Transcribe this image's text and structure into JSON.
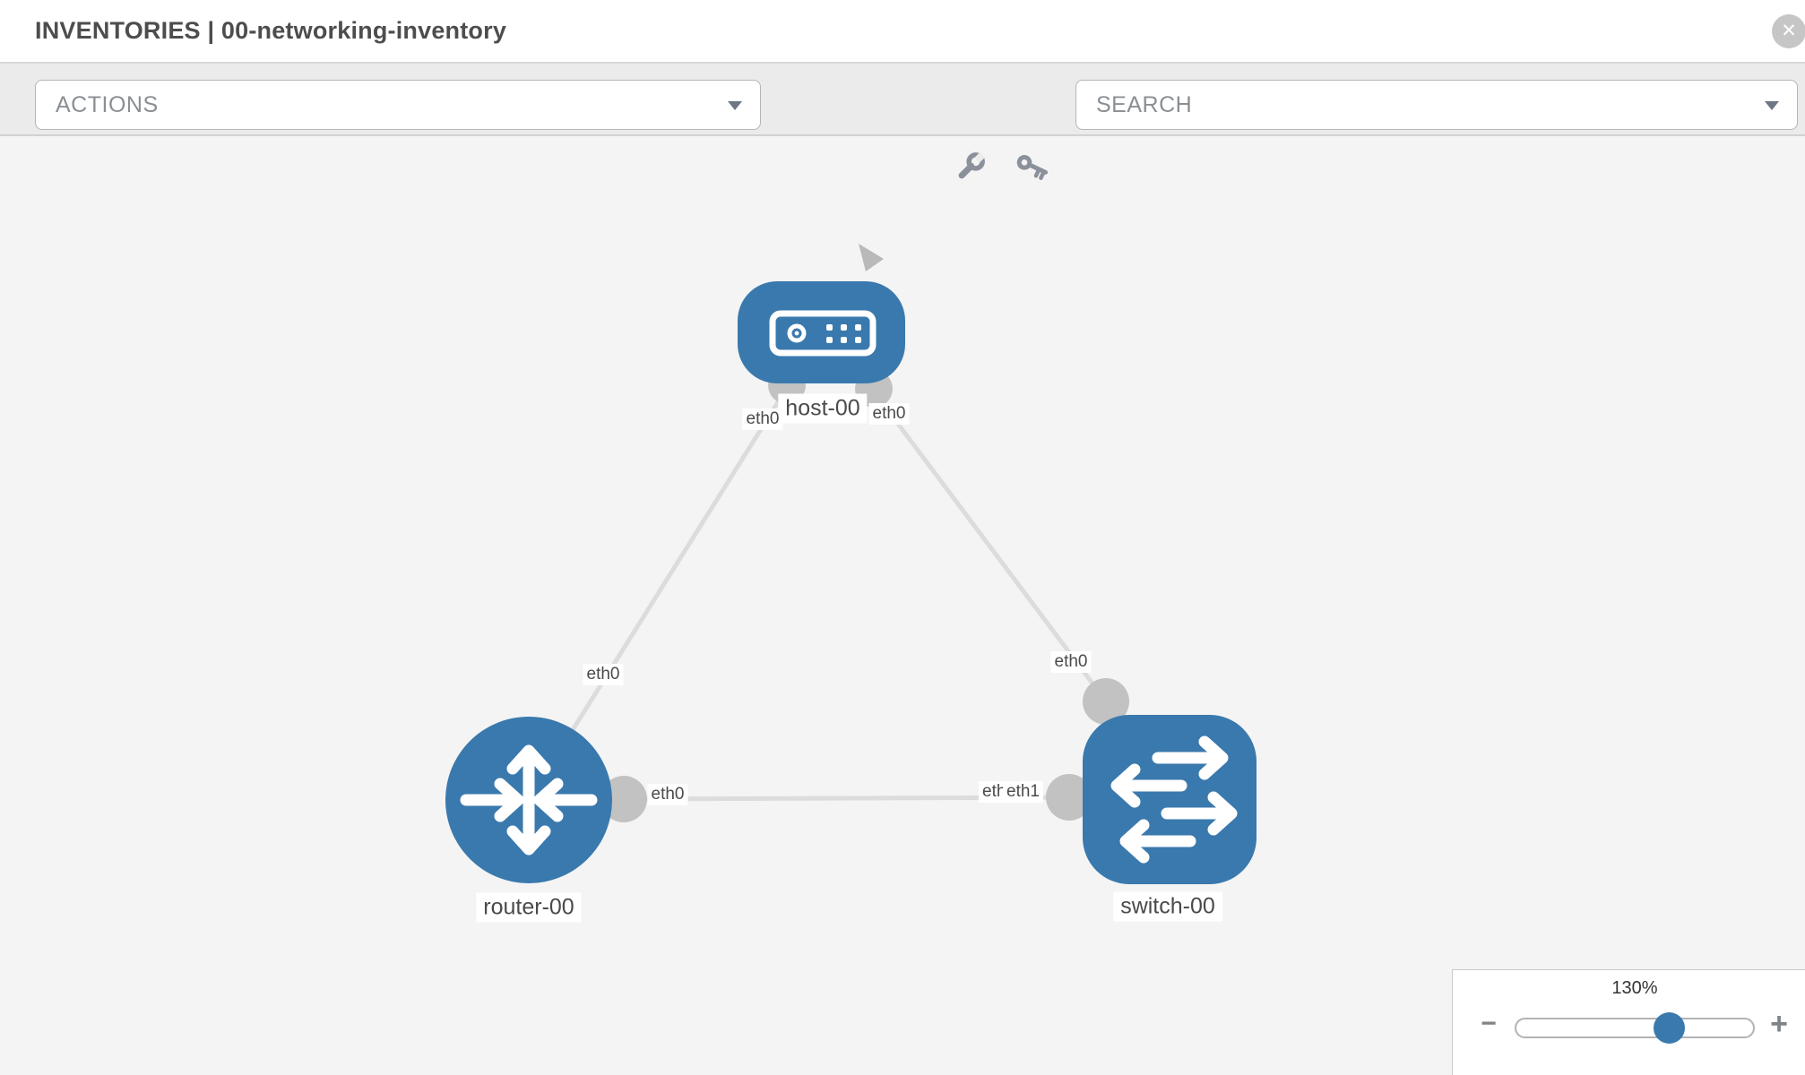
{
  "header": {
    "title": "INVENTORIES | 00-networking-inventory",
    "close_label": "✕"
  },
  "toolbar": {
    "actions_label": "ACTIONS",
    "search_placeholder": "SEARCH",
    "icons": [
      "wrench-icon",
      "key-icon"
    ]
  },
  "topology": {
    "nodes": [
      {
        "name": "host-00",
        "type": "host",
        "icon": "server-icon"
      },
      {
        "name": "router-00",
        "type": "router",
        "icon": "router-arrows-icon"
      },
      {
        "name": "switch-00",
        "type": "switch",
        "icon": "switch-arrows-icon"
      }
    ],
    "links": [
      {
        "from": "host-00 eth0",
        "to": "router-00 eth0"
      },
      {
        "from": "host-00 eth0",
        "to": "switch-00 eth0"
      },
      {
        "from": "router-00 eth0",
        "to": "switch-00 eth1"
      }
    ],
    "port_labels": [
      "eth0",
      "eth0",
      "eth0",
      "eth0",
      "eth0",
      "eth0",
      "eth1"
    ]
  },
  "zoom": {
    "level": "130%",
    "minus": "−",
    "plus": "+"
  },
  "colors": {
    "node_blue": "#3a79ad",
    "link_gray": "#dcdcdc",
    "port_gray": "#c2c2c2",
    "toolbar_bg": "#ebebeb",
    "canvas_bg": "#f4f4f4"
  }
}
